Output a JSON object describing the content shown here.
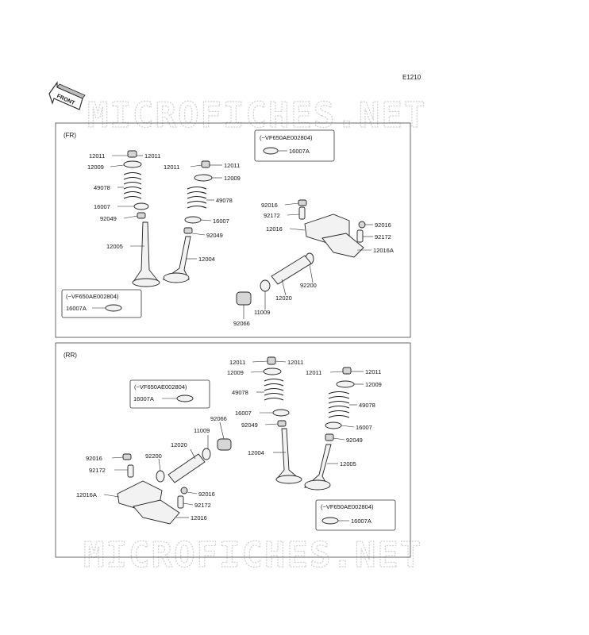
{
  "diagram_code": "E1210",
  "front_label": "FRONT",
  "watermark": "MICROFICHES.NET",
  "sections": [
    {
      "label": "(FR)",
      "note_boxes": [
        {
          "serial": "(~VF650AE002804)",
          "part": "16007A"
        },
        {
          "serial": "(~VF650AE002804)",
          "part": "16007A"
        }
      ],
      "labels": [
        "12011",
        "12011",
        "12009",
        "49078",
        "16007",
        "92049",
        "12005",
        "12011",
        "12011",
        "12009",
        "49078",
        "16007",
        "92049",
        "12004",
        "92016",
        "92172",
        "12016",
        "92016",
        "92172",
        "12016A",
        "92200",
        "12020",
        "11009",
        "92066"
      ]
    },
    {
      "label": "(RR)",
      "note_boxes": [
        {
          "serial": "(~VF650AE002804)",
          "part": "16007A"
        },
        {
          "serial": "(~VF650AE002804)",
          "part": "16007A"
        }
      ],
      "labels": [
        "12011",
        "12011",
        "12009",
        "49078",
        "16007",
        "92049",
        "12004",
        "12011",
        "12011",
        "12009",
        "49078",
        "16007",
        "92049",
        "12005",
        "92066",
        "11009",
        "12020",
        "92016",
        "92200",
        "92172",
        "12016A",
        "92016",
        "92172",
        "12016"
      ]
    }
  ]
}
